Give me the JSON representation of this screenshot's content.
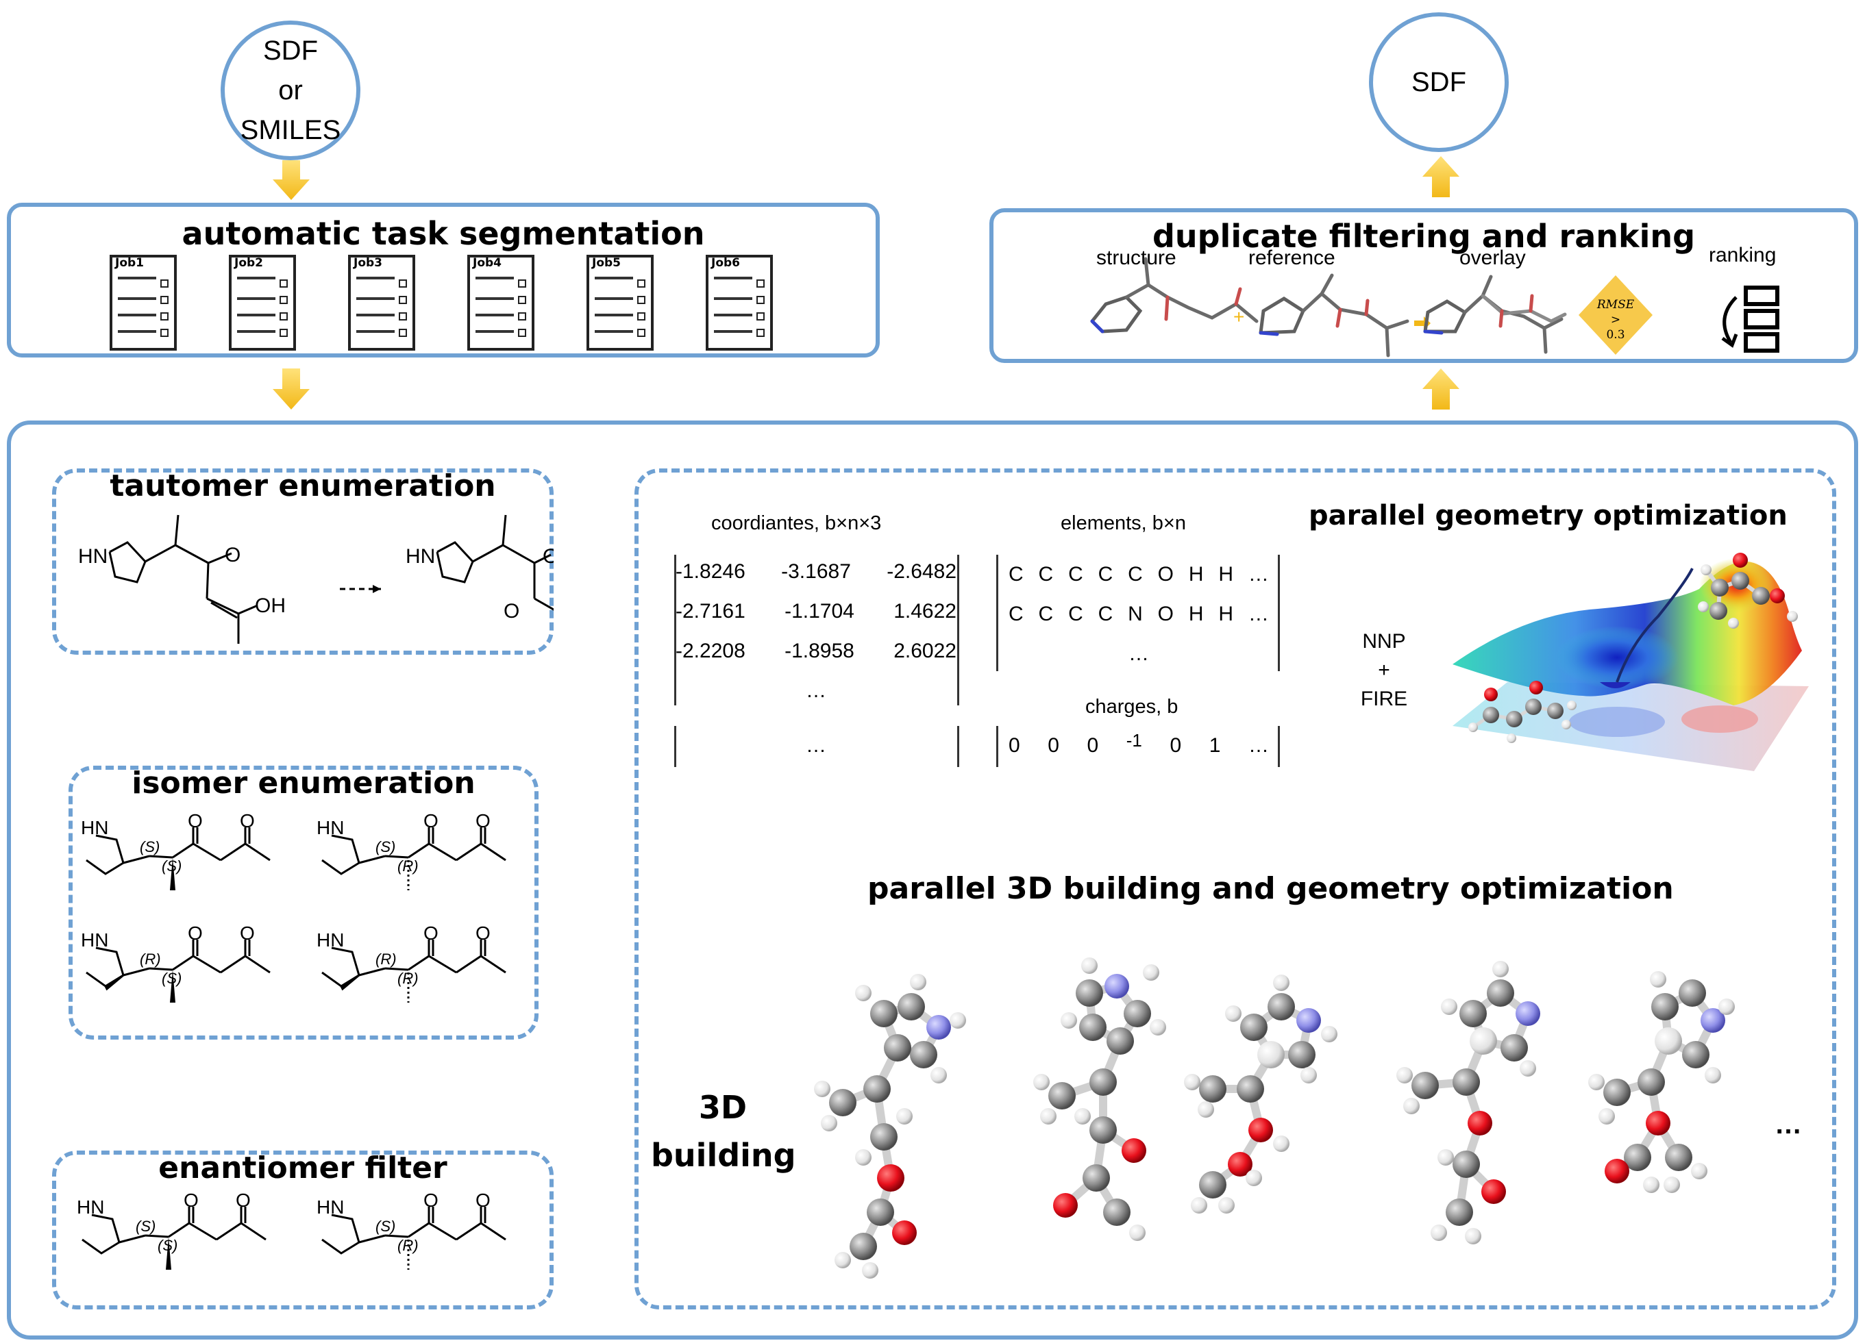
{
  "inputs": {
    "circle_text": [
      "SDF",
      "or",
      "SMILES"
    ]
  },
  "output": {
    "circle_text": "SDF"
  },
  "segmentation": {
    "title": "automatic task segmentation",
    "jobs": [
      "Job1",
      "Job2",
      "Job3",
      "Job4",
      "Job5",
      "Job6"
    ]
  },
  "filtering": {
    "title": "duplicate filtering and ranking",
    "labels": [
      "structure",
      "reference",
      "overlay",
      "ranking"
    ],
    "rmse": {
      "label": "RMSE",
      "op": ">",
      "value": "0.3"
    }
  },
  "tautomer": {
    "title": "tautomer enumeration",
    "left": {
      "nh": "HN",
      "o": "O",
      "oh": "OH"
    },
    "right": {
      "nh": "HN",
      "o1": "O",
      "o2": "O"
    }
  },
  "isomer": {
    "title": "isomer enumeration",
    "molecules": [
      {
        "nh": "HN",
        "c1": "(S)",
        "c2": "(S)",
        "o1": "O",
        "o2": "O"
      },
      {
        "nh": "HN",
        "c1": "(S)",
        "c2": "(R)",
        "o1": "O",
        "o2": "O"
      },
      {
        "nh": "HN",
        "c1": "(R)",
        "c2": "(S)",
        "o1": "O",
        "o2": "O"
      },
      {
        "nh": "HN",
        "c1": "(R)",
        "c2": "(R)",
        "o1": "O",
        "o2": "O"
      }
    ]
  },
  "enantiomer": {
    "title": "enantiomer filter",
    "molecules": [
      {
        "nh": "HN",
        "c1": "(S)",
        "c2": "(S)",
        "o1": "O",
        "o2": "O"
      },
      {
        "nh": "HN",
        "c1": "(S)",
        "c2": "(R)",
        "o1": "O",
        "o2": "O"
      }
    ]
  },
  "coordinates": {
    "label": "coordiantes, b×n×3",
    "rows": [
      [
        "-1.8246",
        "-3.1687",
        "-2.6482"
      ],
      [
        "-2.7161",
        "-1.1704",
        "1.4622"
      ],
      [
        "-2.2208",
        "-1.8958",
        "2.6022"
      ]
    ],
    "ellipsis": "…",
    "next_ellipsis": "…"
  },
  "elements": {
    "label": "elements, b×n",
    "rows": [
      [
        "C",
        "C",
        "C",
        "C",
        "C",
        "O",
        "H",
        "H",
        "…"
      ],
      [
        "C",
        "C",
        "C",
        "C",
        "N",
        "O",
        "H",
        "H",
        "…"
      ]
    ],
    "ellipsis": "…"
  },
  "charges": {
    "label": "charges, b",
    "values": [
      "0",
      "0",
      "0",
      "-1",
      "0",
      "1",
      "…"
    ]
  },
  "optimizer": {
    "lines": [
      "NNP",
      "+",
      "FIRE"
    ]
  },
  "parallel_opt": {
    "title": "parallel geometry optimization"
  },
  "building": {
    "title": "parallel 3D building and geometry optimization",
    "label": [
      "3D",
      "building"
    ],
    "more": "…"
  },
  "colors": {
    "accent_blue": "#6fa1d3",
    "arrow_yellow": "#f7c94b",
    "oxygen": "#e8101c",
    "nitrogen": "#8f8fe8",
    "carbon": "#8a8a8a"
  }
}
